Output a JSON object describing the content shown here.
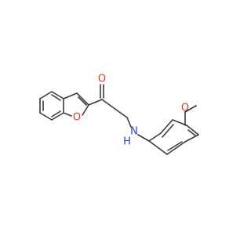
{
  "molecule": {
    "atoms": {
      "ketone_oxygen": "O",
      "furan_oxygen": "O",
      "amine_nitrogen": "N",
      "amine_hydrogen": "H",
      "methoxy_oxygen": "O"
    },
    "colors": {
      "bond": "#3a3a3a",
      "oxygen": "#e8372b",
      "nitrogen": "#2b3fd6"
    }
  }
}
